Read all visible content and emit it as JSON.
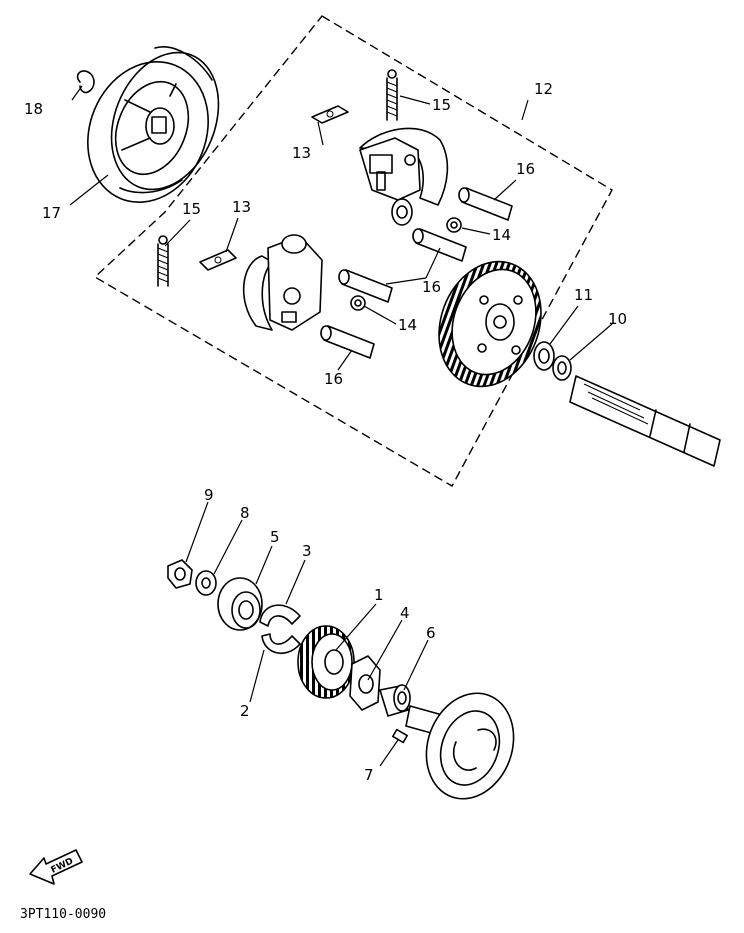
{
  "diagram_code": "3PT110-0090",
  "fwd_label": "FWD",
  "callouts": {
    "c1": "1",
    "c2": "2",
    "c3": "3",
    "c4": "4",
    "c5": "5",
    "c6": "6",
    "c7": "7",
    "c8": "8",
    "c9": "9",
    "c10": "10",
    "c11": "11",
    "c12": "12",
    "c13a": "13",
    "c13b": "13",
    "c14a": "14",
    "c14b": "14",
    "c15a": "15",
    "c15b": "15",
    "c16a": "16",
    "c16b": "16",
    "c16c": "16",
    "c17": "17",
    "c18": "18"
  }
}
